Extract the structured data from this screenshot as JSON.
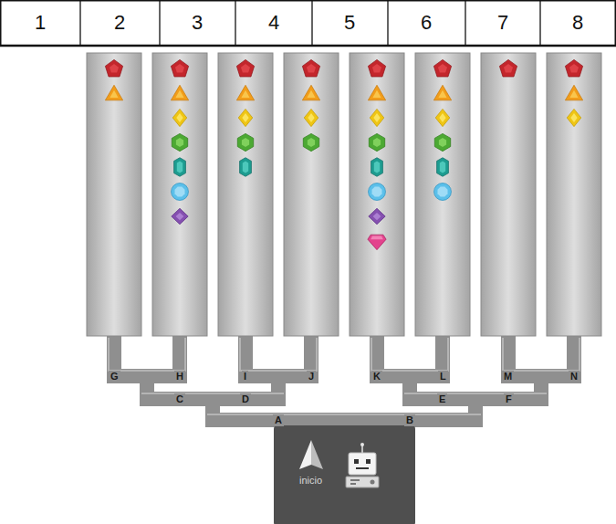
{
  "diagram": {
    "nodes": [
      {
        "text": [
          "inicio"
        ]
      }
    ],
    "labels": [
      "1",
      "2",
      "3",
      "4",
      "5",
      "6",
      "7",
      "8",
      "G",
      "H",
      "I",
      "J",
      "K",
      "L",
      "M",
      "N",
      "C",
      "D",
      "E",
      "F",
      "A",
      "B"
    ]
  }
}
